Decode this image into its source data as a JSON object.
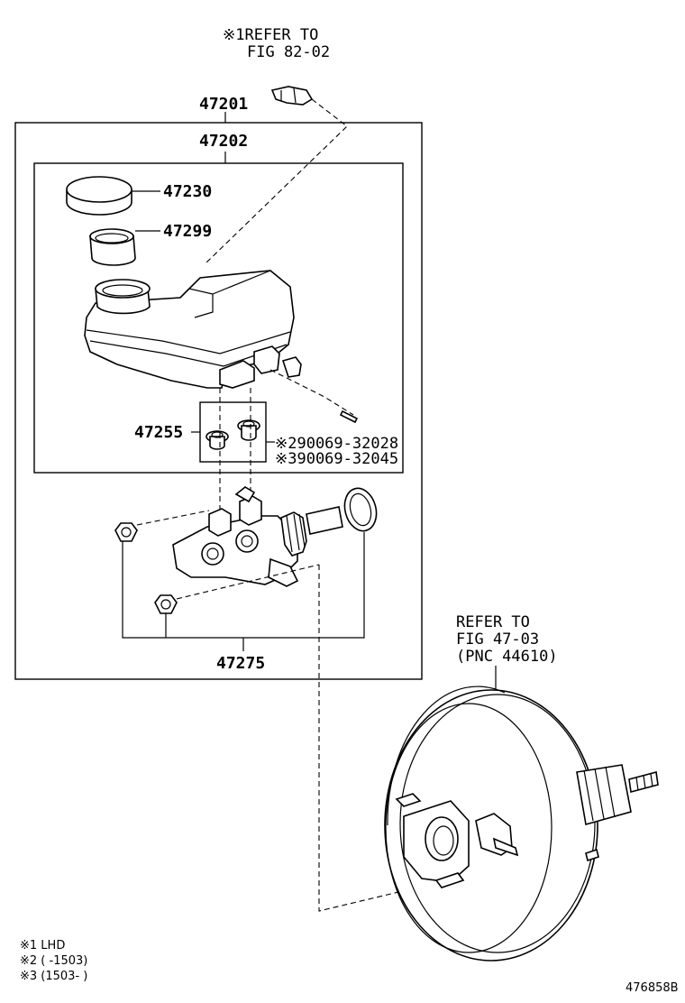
{
  "refer_top": {
    "line1": "※1REFER TO",
    "line2": "FIG 82-02"
  },
  "parts": {
    "p47201": "47201",
    "p47202": "47202",
    "p47230": "47230",
    "p47299": "47299",
    "p47255": "47255",
    "p47275": "47275",
    "bolt1": "※290069-32028",
    "bolt2": "※390069-32045"
  },
  "refer_booster": {
    "line1": "REFER TO",
    "line2": "FIG 47-03",
    "line3": "(PNC 44610)"
  },
  "notes": [
    "※1 LHD",
    "※2 (      -1503)",
    "※3 (1503-      )"
  ],
  "diagram_id": "476858B"
}
